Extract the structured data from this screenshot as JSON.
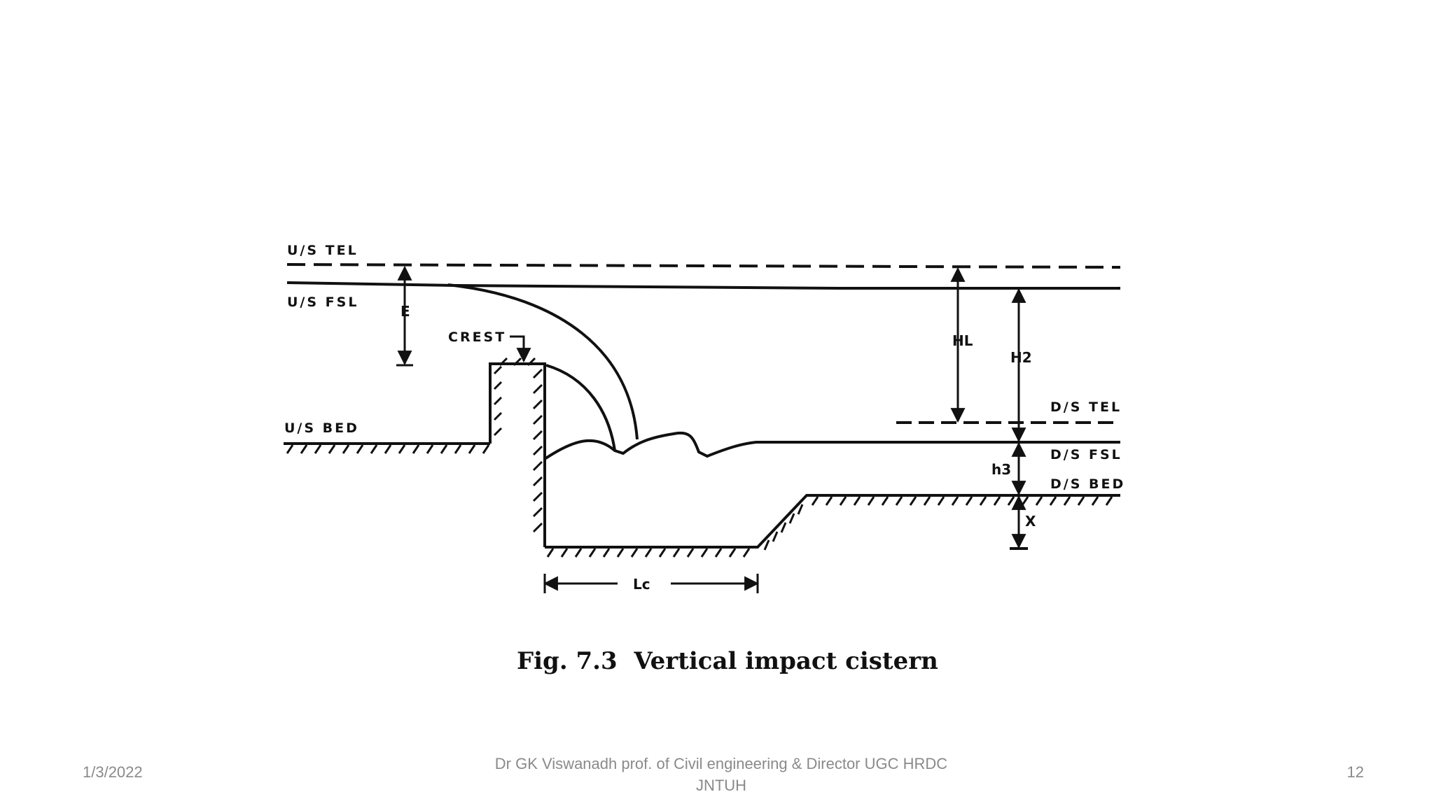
{
  "figure": {
    "labels": {
      "us_tel": "U/S TEL",
      "us_fsl": "U/S FSL",
      "crest": "CREST",
      "us_bed": "U/S BED",
      "e": "E",
      "hl": "HL",
      "h2": "H2",
      "ds_tel": "D/S TEL",
      "ds_fsl": "D/S FSL",
      "ds_bed": "D/S BED",
      "h3": "h3",
      "x": "X",
      "lc": "Lc"
    },
    "caption": "Fig. 7.3  Vertical impact cistern"
  },
  "footer": {
    "date": "1/3/2022",
    "author": "Dr GK Viswanadh prof. of Civil engineering & Director UGC HRDC JNTUH",
    "page": "12"
  }
}
